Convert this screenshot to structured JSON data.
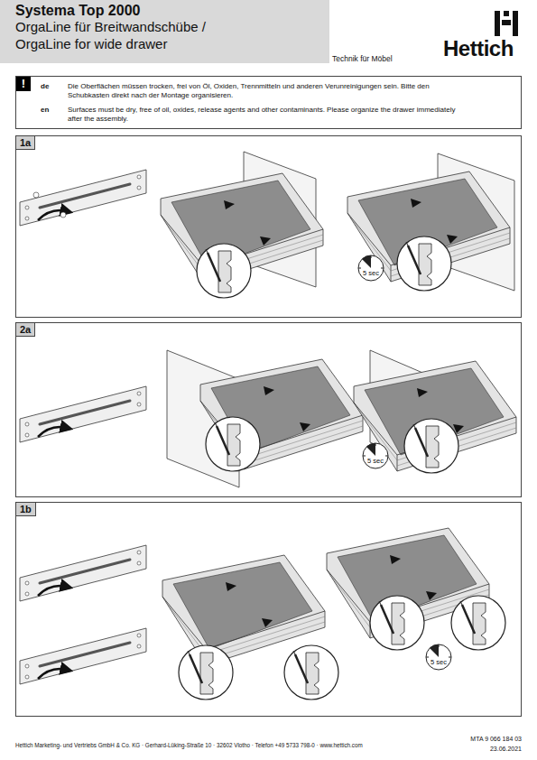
{
  "diagram": {
    "title": "Systema Top 2000",
    "nodes": [
      {
        "text": [
          "!",
          "de",
          "Die Oberflächen müssen trocken, frei von Öl, Oxiden, Trennmitteln und anderen Verunreinigungen sein. Bitte den Schubkasten direkt nach der Montage organisieren.",
          "en",
          "Surfaces must be dry, free of oil, oxides, release agents and other contaminants. Please organize the drawer immediately after the assembly."
        ]
      },
      {
        "text": [
          "1a"
        ]
      },
      {
        "text": [
          "2a"
        ]
      },
      {
        "text": [
          "1b"
        ]
      }
    ],
    "labels": [
      "OrgaLine für Breitwandschübe /",
      "OrgaLine for wide drawer",
      "Technik für Möbel",
      "Hettich",
      "5 sec",
      "5 sec",
      "5 sec",
      "Hettich Marketing- und Vertriebs GmbH & Co. KG · Gerhard-Lüking-Straße 10 · 32602 Vlotho · Telefon +49 5733 798-0 · www.hettich.com",
      "MTA 9 066 184 03",
      "23.06.2021"
    ]
  }
}
